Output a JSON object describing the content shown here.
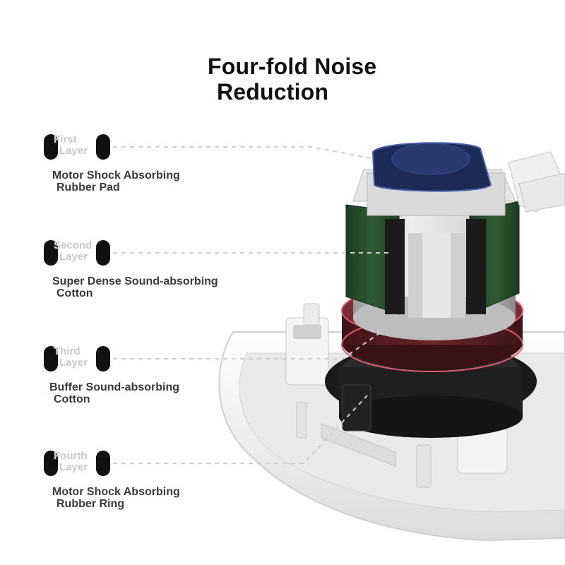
{
  "title": {
    "line1": "Four-fold Noise",
    "line2": "Reduction"
  },
  "layers": [
    {
      "tag_line1": "First",
      "tag_line2": "Layer",
      "desc_line1": "Motor Shock Absorbing",
      "desc_line2": "Rubber Pad"
    },
    {
      "tag_line1": "Second",
      "tag_line2": "Layer",
      "desc_line1": "Super Dense Sound-absorbing",
      "desc_line2": "Cotton"
    },
    {
      "tag_line1": "Third",
      "tag_line2": "Layer",
      "desc_line1": "Buffer Sound-absorbing",
      "desc_line2": "Cotton"
    },
    {
      "tag_line1": "Fourth",
      "tag_line2": "Layer",
      "desc_line1": "Motor Shock Absorbing",
      "desc_line2": "Rubber Ring"
    }
  ],
  "colors": {
    "rubber_pad": "#1c2a55",
    "cotton": "#2f5a33",
    "rubber_ring": "#5a1f24",
    "housing": "#f2f2f2"
  }
}
